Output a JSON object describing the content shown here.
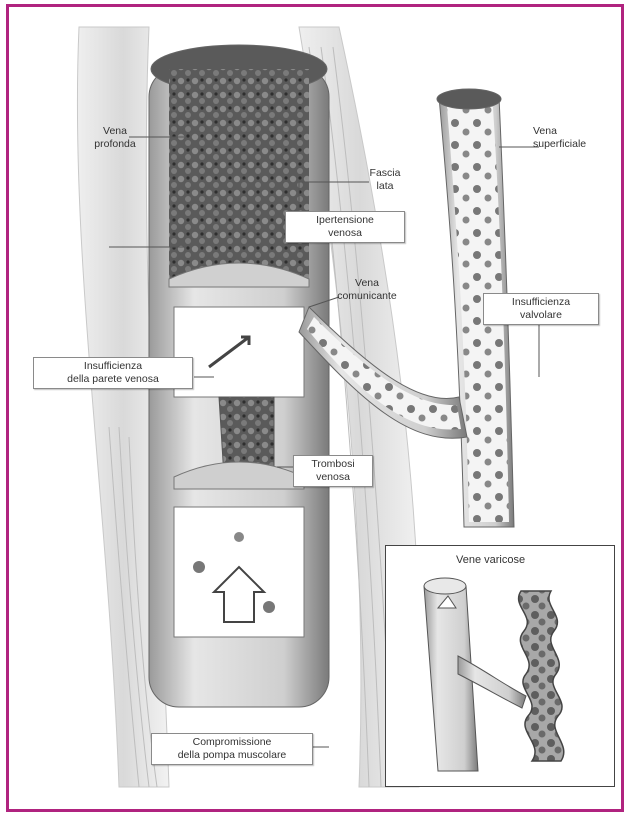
{
  "labels": {
    "vena_profonda": [
      "Vena",
      "profonda"
    ],
    "vena_superficiale": [
      "Vena",
      "superficiale"
    ],
    "fascia_lata": [
      "Fascia",
      "lata"
    ],
    "ipertensione_venosa": [
      "Ipertensione",
      "venosa"
    ],
    "vena_comunicante": [
      "Vena",
      "comunicante"
    ],
    "insufficienza_valvolare": [
      "Insufficienza",
      "valvolare"
    ],
    "insufficienza_parete": [
      "Insufficienza",
      "della parete venosa"
    ],
    "trombosi_venosa": [
      "Trombosi",
      "venosa"
    ],
    "vene_varicose": "Vene varicose",
    "compromissione_pompa": [
      "Compromissione",
      "della pompa muscolare"
    ]
  },
  "colors": {
    "frame": "#b0237f",
    "vein_light": "#d8d8d8",
    "vein_dark": "#6e6e6e",
    "blood_dark": "#4a4a4a"
  }
}
